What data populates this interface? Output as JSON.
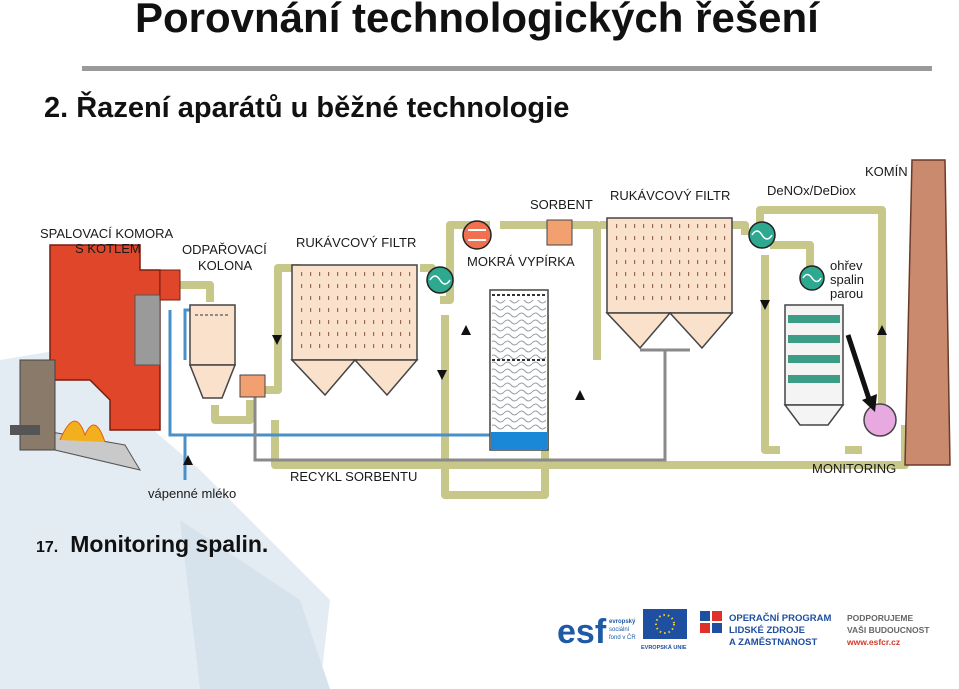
{
  "header": {
    "title": "Porovnání technologických řešení",
    "subtitle": "2. Řazení aparátů u běžné technologie"
  },
  "diagram": {
    "labels": {
      "spalovaci_1": "SPALOVACÍ KOMORA",
      "spalovaci_2": "S KOTLEM",
      "odparovaci_1": "ODPAŘOVACÍ",
      "odparovaci_2": "KOLONA",
      "rukavcovy_1": "RUKÁVCOVÝ FILTR",
      "sorbent": "SORBENT",
      "mokra": "MOKRÁ VYPÍRKA",
      "rukavcovy_2": "RUKÁVCOVÝ FILTR",
      "denox": "DeNOx/DeDiox",
      "komin": "KOMÍN",
      "ohrev_1": "ohřev",
      "ohrev_2": "spalin",
      "ohrev_3": "parou",
      "recykl": "RECYKL SORBENTU",
      "vapenne": "vápenné mléko",
      "monitoring": "MONITORING"
    }
  },
  "footer": {
    "number": "17.",
    "text": "Monitoring spalin."
  },
  "logos": {
    "esf_big": "esf",
    "esf_small_1": "evropský",
    "esf_small_2": "sociální",
    "esf_small_3": "fond v ČR",
    "eu": "EVROPSKÁ UNIE",
    "op_1": "OPERAČNÍ PROGRAM",
    "op_2": "LIDSKÉ ZDROJE",
    "op_3": "A ZAMĚSTNANOST",
    "podp_1": "PODPORUJEME",
    "podp_2": "VAŠI BUDOUCNOST",
    "podp_3": "www.esfcr.cz"
  },
  "colors": {
    "duct": "#c7c78a",
    "water_pipe": "#4a90c8",
    "furnace": "#e0472a",
    "vessel_fill": "#fae1cc",
    "monitor_ball": "#e8a8e0",
    "chimney": "#c98a6e"
  }
}
